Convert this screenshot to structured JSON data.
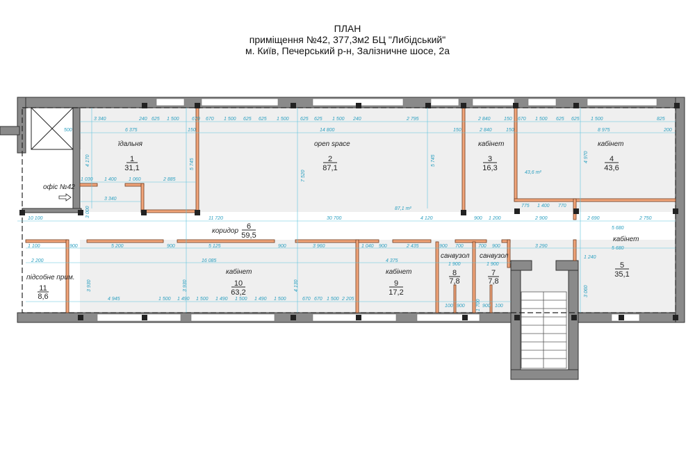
{
  "title": {
    "line1": "ПЛАН",
    "line2": "приміщення №42, 377,3м2 БЦ \"Либідський\"",
    "line3": "м. Київ, Печерський  р-н, Залізничне шосе, 2а"
  },
  "office_label": "офіс №42",
  "rooms": [
    {
      "num": "1",
      "area": "31,1",
      "name": "їдальня"
    },
    {
      "num": "2",
      "area": "87,1",
      "name": "open space"
    },
    {
      "num": "3",
      "area": "16,3",
      "name": "кабінет"
    },
    {
      "num": "4",
      "area": "43,6",
      "name": "кабінет"
    },
    {
      "num": "5",
      "area": "35,1",
      "name": "кабінет"
    },
    {
      "num": "6",
      "area": "59,5",
      "name": "коридор"
    },
    {
      "num": "7",
      "area": "7,8",
      "name": "санвузол"
    },
    {
      "num": "8",
      "area": "7,8",
      "name": "санвузол"
    },
    {
      "num": "9",
      "area": "17,2",
      "name": "кабінет"
    },
    {
      "num": "10",
      "area": "63,2",
      "name": "кабінет"
    },
    {
      "num": "11",
      "area": "8,6",
      "name": "підсобне прим."
    }
  ],
  "area_notes": [
    "43,6 m²",
    "87,1 m²"
  ],
  "dims": [
    "3 340",
    "240",
    "625",
    "1 500",
    "670",
    "670",
    "1 500",
    "625",
    "625",
    "1 500",
    "625",
    "625",
    "1 500",
    "240",
    "2 795",
    "2 840",
    "150",
    "670",
    "1 500",
    "625",
    "625",
    "1 500",
    "825",
    "500",
    "6 375",
    "150",
    "14 800",
    "150",
    "2 840",
    "150",
    "8 975",
    "200",
    "4 170",
    "5 745",
    "7 520",
    "5 745",
    "4 970",
    "1 030",
    "1 400",
    "1 060",
    "2 885",
    "3 340",
    "3 000",
    "10 100",
    "11 720",
    "30 700",
    "4 120",
    "900",
    "1 200",
    "775",
    "1 400",
    "770",
    "2 900",
    "2 690",
    "2 750",
    "5 680",
    "1 100",
    "900",
    "5 200",
    "900",
    "5 125",
    "900",
    "3 960",
    "1 040",
    "900",
    "2 435",
    "900",
    "700",
    "700",
    "900",
    "3 290",
    "5 680",
    "2 200",
    "16 085",
    "4 375",
    "1 900",
    "1 900",
    "1 240",
    "3 930",
    "3 930",
    "4 130",
    "3 060",
    "1 700",
    "4 945",
    "1 500",
    "1 490",
    "1 500",
    "1 490",
    "1 500",
    "1 490",
    "1 500",
    "670",
    "670",
    "1 500",
    "2 205",
    "100",
    "900",
    "900",
    "100"
  ]
}
